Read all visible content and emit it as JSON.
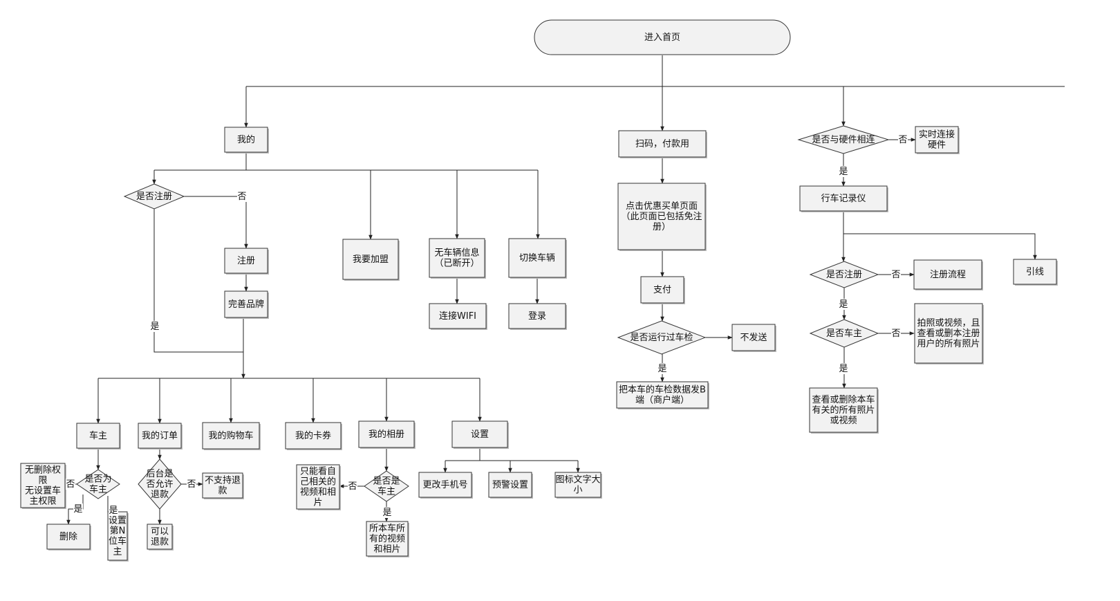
{
  "nodes": {
    "start": "进入首页",
    "mine": "我的",
    "reg_q": "是否注册",
    "register": "注册",
    "brand": "完善品牌",
    "join": "我要加盟",
    "novehicle": "无车辆信息\n（已断开）",
    "wifi": "连接WIFI",
    "switch": "切换车辆",
    "login": "登录",
    "owner": "车主",
    "orders": "我的订单",
    "cart": "我的购物车",
    "cards": "我的卡券",
    "album": "我的相册",
    "settings": "设置",
    "nodel": "无删除权\n限\n无设置车\n主权限",
    "isowner_q": "是否为\n车主",
    "delete": "删除",
    "setnth": "设置\n第N\n位车\n主",
    "refund_q": "后台是\n否允许\n退款",
    "norefund": "不支持退\n款",
    "canrefund": "可以\n退款",
    "onlyown": "只能看自\n己相关的\n视频和相\n片",
    "isowner2_q": "是否是\n车主",
    "allmedia": "所本车所\n有的视频\n和相片",
    "phone": "更改手机号",
    "alert": "预警设置",
    "fontsize": "图标文字大\n小",
    "scan": "扫码，付款用",
    "promo": "点击优惠买单页面\n（此页面已包括免注\n册）",
    "pay": "支付",
    "inspect_q": "是否运行过车检",
    "nosend": "不发送",
    "senddata": "把本车的车检数据发B\n端（商户端）",
    "hw_q": "是否与硬件相连",
    "rtconnect": "实时连接\n硬件",
    "recorder": "行车记录仪",
    "reg2_q": "是否注册",
    "regflow": "注册流程",
    "guide": "引线",
    "owner3_q": "是否车主",
    "photoedit": "拍照或视频，且\n查看或删本注册\n用户的所有照片",
    "viewdel": "查看或删除本车\n有关的所有照片\n或视频"
  },
  "edge_labels": {
    "yes": "是",
    "no": "否"
  },
  "colors": {
    "fill": "#f2f2f2",
    "stroke": "#333333",
    "line": "#222222"
  }
}
